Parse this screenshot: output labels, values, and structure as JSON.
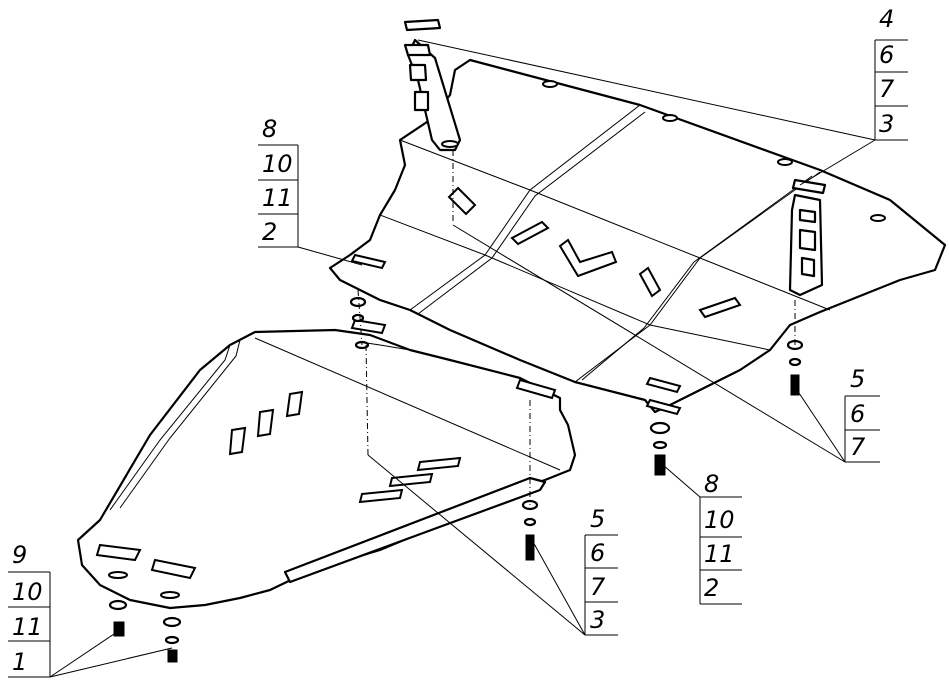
{
  "callouts": {
    "top_right": [
      "4",
      "6",
      "7",
      "3"
    ],
    "upper_left": [
      "8",
      "10",
      "11",
      "2"
    ],
    "right_mid": [
      "5",
      "6",
      "7"
    ],
    "center_bottom": [
      "8",
      "10",
      "11",
      "2"
    ],
    "lower_center": [
      "5",
      "6",
      "7",
      "3"
    ],
    "bottom_left": [
      "9",
      "10",
      "11",
      "1"
    ]
  }
}
